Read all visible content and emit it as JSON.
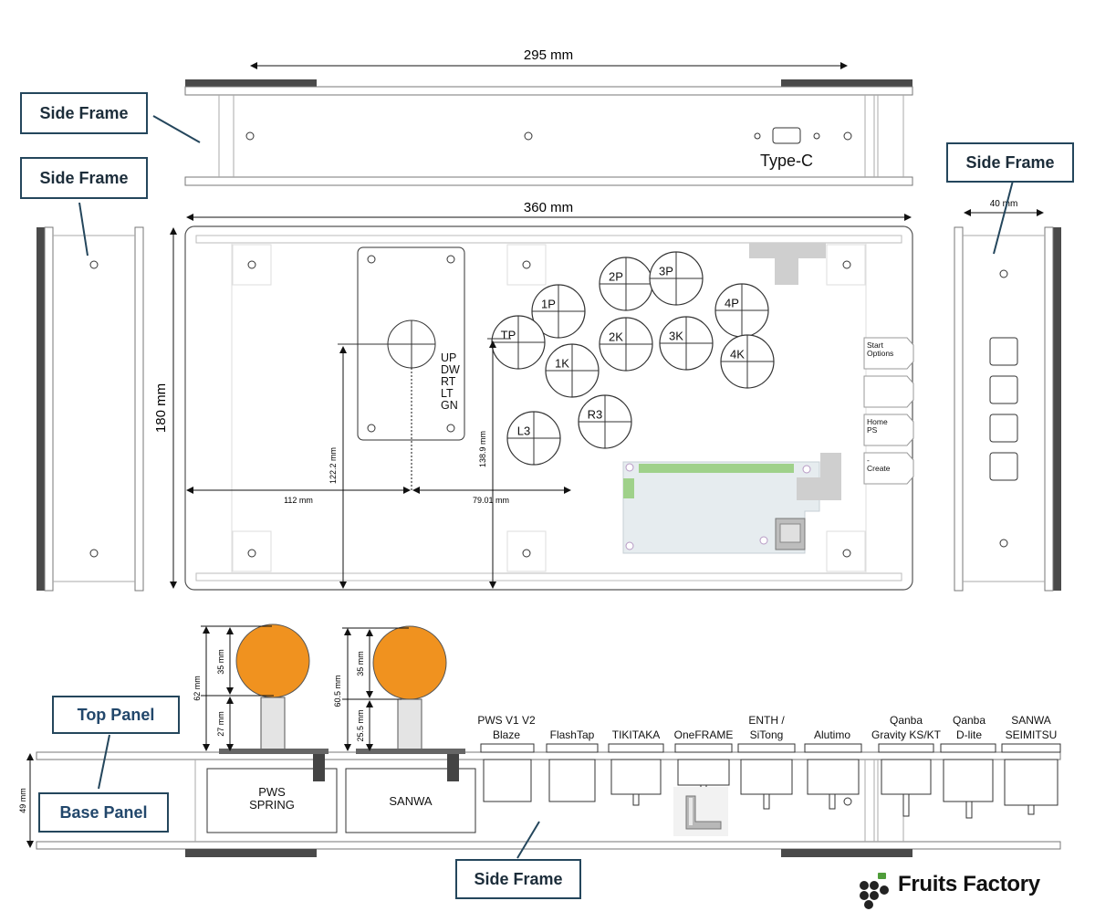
{
  "labels": {
    "side_frame": "Side Frame",
    "top_panel": "Top Panel",
    "base_panel": "Base Panel",
    "type_c": "Type-C"
  },
  "dimensions": {
    "top_width": "295 mm",
    "plate_width": "360 mm",
    "plate_height": "180 mm",
    "side_depth": "40 mm",
    "lever_x": "112 mm",
    "button_x": "79.01 mm",
    "lever_y": "122.2 mm",
    "button_y": "138.9 mm",
    "pws_total": "62 mm",
    "pws_ball": "35 mm",
    "pws_shaft": "27 mm",
    "sanwa_total": "60.5 mm",
    "sanwa_ball": "35 mm",
    "sanwa_shaft": "25.5 mm",
    "case_height": "49 mm"
  },
  "lever_directions": [
    "UP",
    "DW",
    "RT",
    "LT",
    "GN"
  ],
  "buttons": [
    "2P",
    "3P",
    "1P",
    "4P",
    "TP",
    "2K",
    "3K",
    "1K",
    "4K",
    "L3",
    "R3"
  ],
  "side_buttons": [
    "Start\nOptions",
    "",
    "Home\nPS",
    "-\nCreate"
  ],
  "levers": [
    "PWS\nSPRING",
    "SANWA"
  ],
  "switches": [
    "PWS V1 V2\nBlaze",
    "FlashTap",
    "TIKITAKA",
    "OneFRAME",
    "ENTH /\nSiTong",
    "Alutimo",
    "Qanba\nGravity KS/KT",
    "Qanba\nD-lite",
    "SANWA\nSEIMITSU"
  ],
  "brand": "Fruits Factory",
  "colors": {
    "ball": "#f0921f",
    "frame_dark": "#4a4a4a",
    "callout_border": "#24465c",
    "pcb_green": "#9fd18a",
    "pcb_body": "#e6ecef"
  }
}
